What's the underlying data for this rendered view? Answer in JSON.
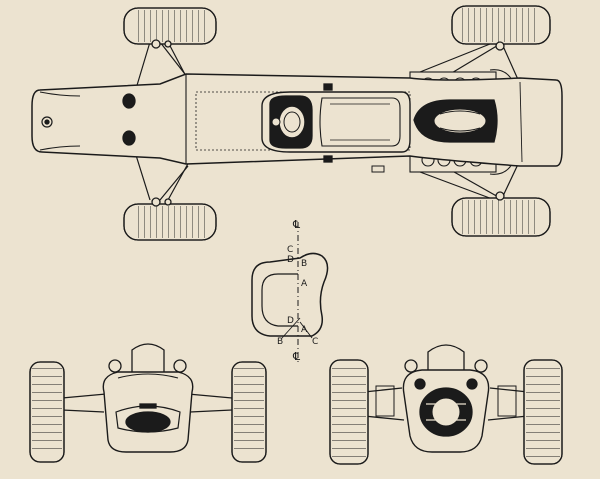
{
  "section_labels": {
    "centerline_top": "℄",
    "centerline_bottom": "℄",
    "a_top": "A",
    "a_bottom": "A",
    "b_top": "B",
    "b_bottom": "B",
    "c_top": "C",
    "c_bottom": "C",
    "d_top": "D",
    "d_bottom": "D"
  },
  "colors": {
    "paper": "#ece3d0",
    "ink": "#1b1b1b"
  }
}
